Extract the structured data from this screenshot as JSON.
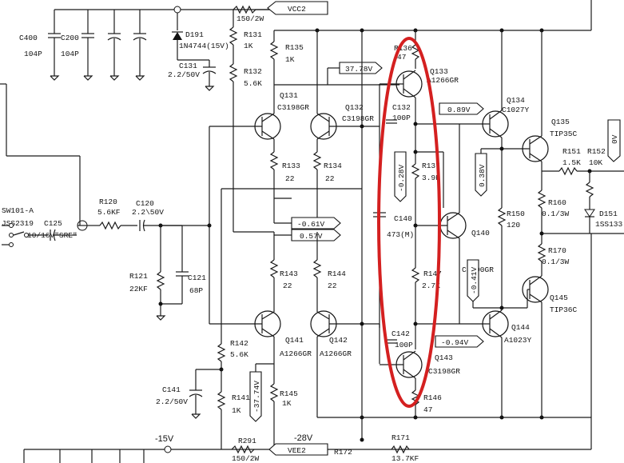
{
  "rails": {
    "vcc": "VCC2",
    "vee": "VEE2",
    "neg15": "-15V",
    "neg28": "-28V"
  },
  "components": {
    "C400": "C400",
    "C400v": "104P",
    "C200": "C200",
    "C200v": "104P",
    "D191": "D191",
    "D191v": "1N4744(15V)",
    "R131": "R131",
    "R131v": "1K",
    "R131top": "150/2W",
    "C131": "C131",
    "C131v": "2.2/50V",
    "R132": "R132",
    "R132v": "5.6K",
    "R135": "R135",
    "R135v": "1K",
    "R136": "R136",
    "R136v": "47",
    "Q133": "Q133",
    "Q133v": "A1266GR",
    "Q131": "Q131",
    "Q131v": "C3198GR",
    "Q132": "Q132",
    "Q132v": "C3198GR",
    "C132": "C132",
    "C132v": "100P",
    "Q134": "Q134",
    "Q134v": "C1027Y",
    "Q135": "Q135",
    "Q135v": "TIP35C",
    "R151": "R151",
    "R151v": "1.5K",
    "R152": "R152",
    "R152v": "10K",
    "R133": "R133",
    "R133v": "22",
    "R134": "R134",
    "R134v": "22",
    "R137": "R137",
    "R137v": "3.9K",
    "C140": "C140",
    "C140v": "473(M)",
    "Q140": "Q140",
    "Q140v": "C3200GR",
    "R150": "R150",
    "R150v": "120",
    "R160": "R160",
    "R160v": "0.1/3W",
    "D151": "D151",
    "D151v": "1SS133",
    "R170": "R170",
    "R170v": "0.1/3W",
    "SW101": "SW101-A",
    "SW101v": "JSS2319",
    "C125": "C125",
    "C125v": "10/16V\"SRE\"",
    "R120": "R120",
    "R120v": "5.6KF",
    "C120": "C120",
    "C120v": "2.2\\50V",
    "R121": "R121",
    "R121v": "22KF",
    "C121": "C121",
    "C121v": "68P",
    "R143": "R143",
    "R143v": "22",
    "R144": "R144",
    "R144v": "22",
    "R147": "R147",
    "R147v": "2.7K",
    "Q145": "Q145",
    "Q145v": "TIP36C",
    "C142": "C142",
    "C142v": "100P",
    "Q141": "Q141",
    "Q141v": "A1266GR",
    "Q142": "Q142",
    "Q142v": "A1266GR",
    "Q143": "Q143",
    "Q143v": "C3198GR",
    "Q144": "Q144",
    "Q144v": "A1023Y",
    "R142": "R142",
    "R142v": "5.6K",
    "C141": "C141",
    "C141v": "2.2/50V",
    "R141": "R141",
    "R141v": "1K",
    "R145": "R145",
    "R145v": "1K",
    "R146": "R146",
    "R146v": "47",
    "R291": "R291",
    "R291v": "150/2W",
    "R171": "R171",
    "R171v": "13.7KF",
    "R172": "R172"
  },
  "voltages": {
    "v1": "37.78V",
    "v2": "0.89V",
    "v3": "-0.28V",
    "v4": "0.38V",
    "v5": "-0.61V",
    "v6": "0.57V",
    "v7": "-0.41V",
    "v8": "-0.94V",
    "v9": "-37.74V",
    "v10": "0V"
  },
  "highlight_color": "#d42020"
}
